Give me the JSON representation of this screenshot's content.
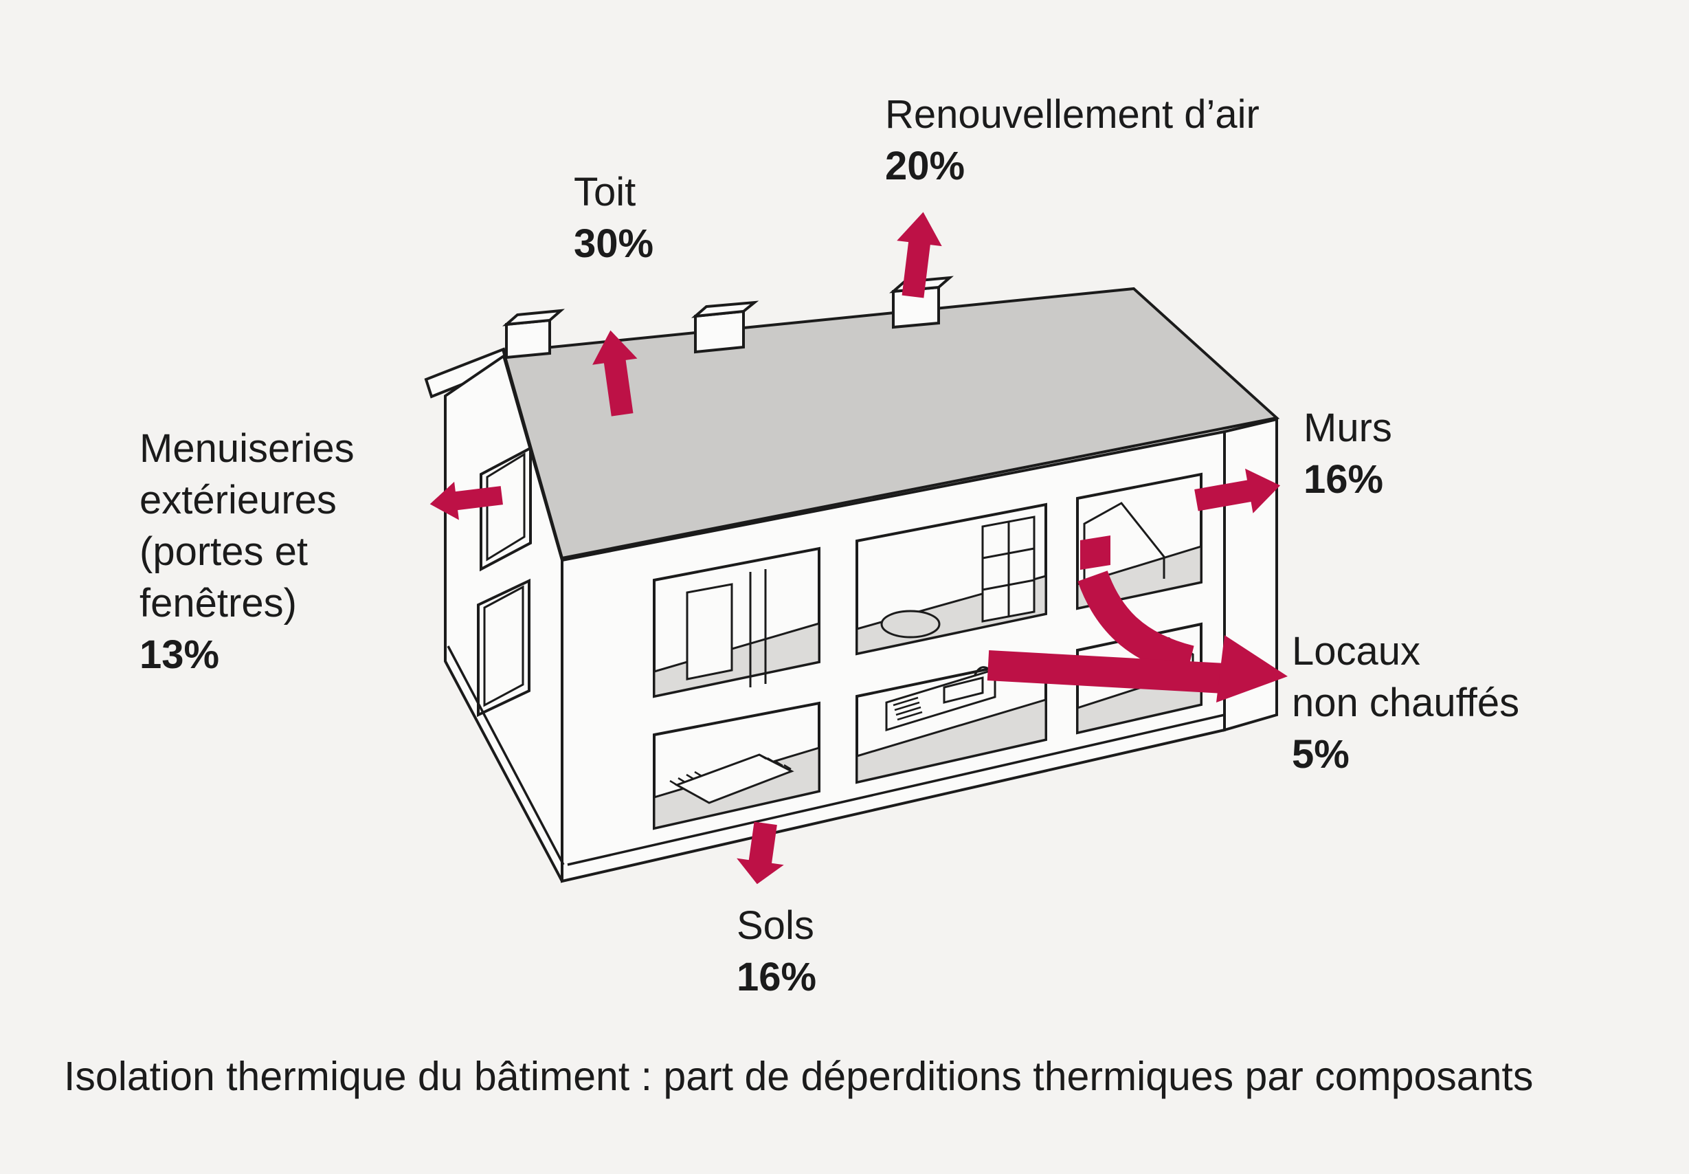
{
  "colors": {
    "background": "#f4f3f1",
    "accent": "#bd1146",
    "ink": "#1b1b1b",
    "roof_gray": "#cbcac8",
    "floor_gray": "#dcdbd9",
    "wall_white": "#fbfbfa"
  },
  "labels": {
    "renouvellement": {
      "title": "Renouvellement d’air",
      "value": "20%"
    },
    "toit": {
      "title": "Toit",
      "value": "30%"
    },
    "menuiseries": {
      "line1": "Menuiseries",
      "line2": "extérieures",
      "line3": "(portes et",
      "line4": "fenêtres)",
      "value": "13%"
    },
    "murs": {
      "title": "Murs",
      "value": "16%"
    },
    "locaux": {
      "line1": "Locaux",
      "line2": "non chauffés",
      "value": "5%"
    },
    "sols": {
      "title": "Sols",
      "value": "16%"
    }
  },
  "caption": "Isolation thermique du bâtiment : part de déperditions thermiques par composants",
  "chart_data": {
    "type": "diagram",
    "title": "Isolation thermique du bâtiment : part de déperditions thermiques par composants",
    "components": [
      {
        "label": "Toit",
        "percent": 30
      },
      {
        "label": "Renouvellement d’air",
        "percent": 20
      },
      {
        "label": "Murs",
        "percent": 16
      },
      {
        "label": "Sols",
        "percent": 16
      },
      {
        "label": "Menuiseries extérieures (portes et fenêtres)",
        "percent": 13
      },
      {
        "label": "Locaux non chauffés",
        "percent": 5
      }
    ]
  }
}
